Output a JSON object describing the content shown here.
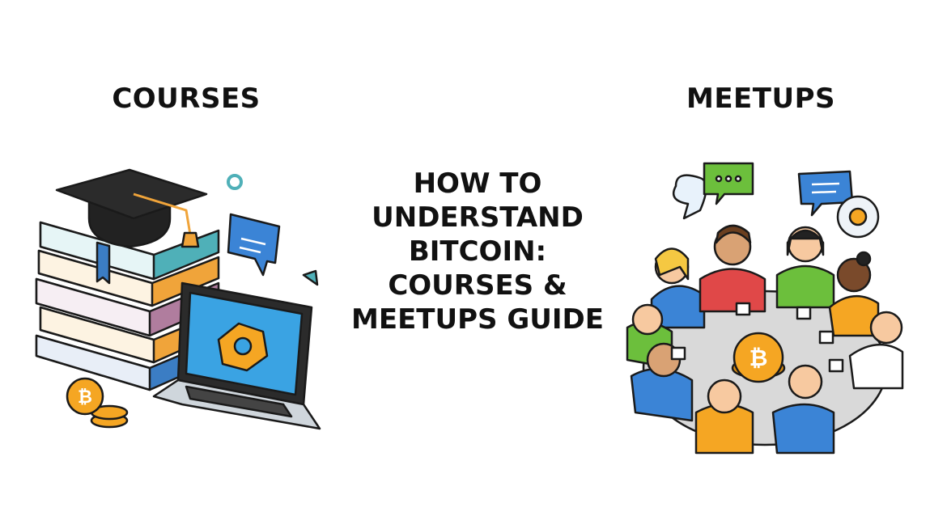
{
  "courses_heading": "COURSES",
  "meetups_heading": "MEETUPS",
  "title_lines": [
    "HOW TO",
    "UNDERSTAND",
    "BITCOIN:",
    "COURSES &",
    "MEETUPS GUIDE"
  ],
  "coin_symbol": "₿",
  "colors": {
    "ink": "#1a1a1a",
    "bitcoin_orange": "#f5a623",
    "screen_blue": "#3aa3e3",
    "book_teal": "#4fb0b8",
    "book_orange": "#f0a43a",
    "book_purple": "#b07d9e",
    "book_blue": "#3b7dc4",
    "bubble_green": "#6cbf3c",
    "bubble_blue": "#3b84d6",
    "table_gray": "#d9d9d9"
  }
}
